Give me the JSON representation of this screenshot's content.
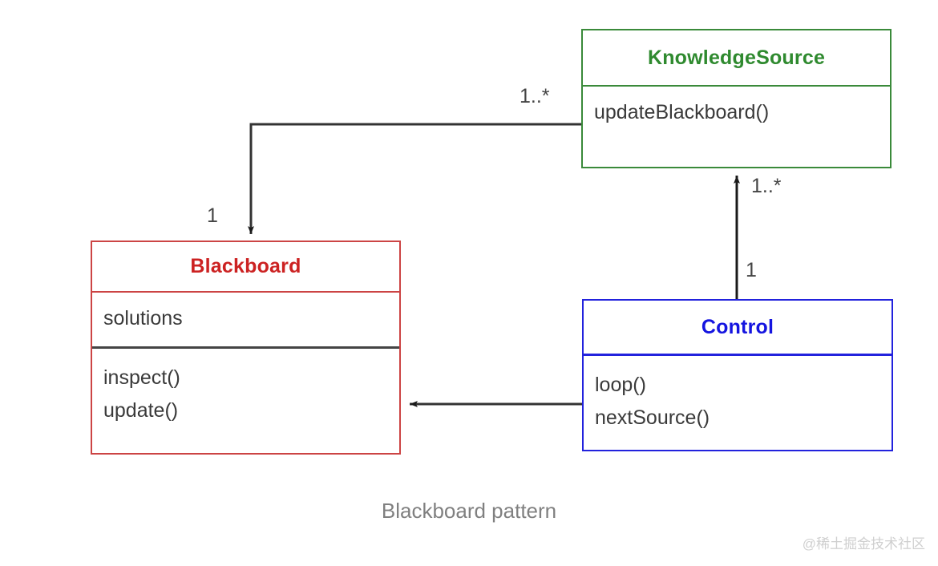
{
  "diagram": {
    "caption": "Blackboard pattern",
    "watermark": "@稀土掘金技术社区",
    "colors": {
      "knowledgesource": "#2f8a2f",
      "blackboard": "#cc2222",
      "control": "#1515e0",
      "connector": "#333333",
      "caption": "#808080",
      "watermark": "#cfcfcf",
      "background": "#ffffff"
    },
    "classes": {
      "knowledgesource": {
        "name": "KnowledgeSource",
        "attributes": [],
        "operations": [
          "updateBlackboard()"
        ]
      },
      "blackboard": {
        "name": "Blackboard",
        "attributes": [
          "solutions"
        ],
        "operations": [
          "inspect()",
          "update()"
        ]
      },
      "control": {
        "name": "Control",
        "attributes": [],
        "operations": [
          "loop()",
          "nextSource()"
        ]
      }
    },
    "associations": [
      {
        "id": "ks-to-blackboard",
        "from": "KnowledgeSource",
        "to": "Blackboard",
        "source_multiplicity": "1..*",
        "target_multiplicity": "1",
        "style": "elbow-arrow"
      },
      {
        "id": "control-to-knowledgesource",
        "from": "Control",
        "to": "KnowledgeSource",
        "source_multiplicity": "1",
        "target_multiplicity": "1..*",
        "style": "vertical-arrow"
      },
      {
        "id": "control-to-blackboard",
        "from": "Control",
        "to": "Blackboard",
        "source_multiplicity": "",
        "target_multiplicity": "",
        "style": "horizontal-arrow"
      }
    ]
  }
}
